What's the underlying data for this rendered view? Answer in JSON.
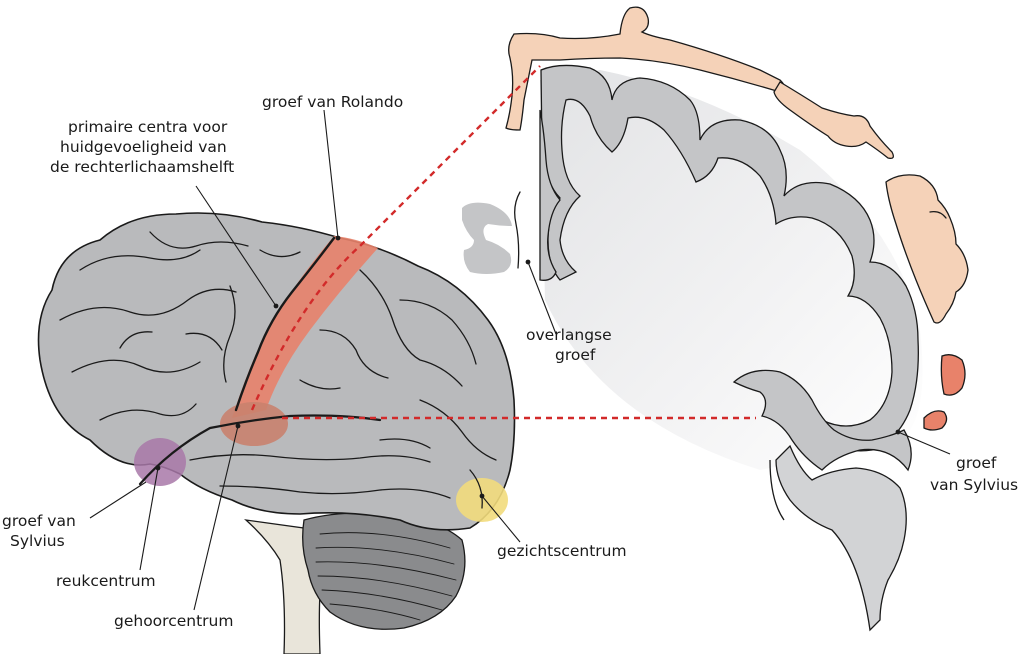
{
  "labels": {
    "rolando": "groef van Rolando",
    "primary_line1": "primaire centra voor",
    "primary_line2": "huidgevoeligheid van",
    "primary_line3": "de rechterlichaamshelft",
    "longitudinal_line1": "overlangse",
    "longitudinal_line2": "groef",
    "sylvius_left_line1": "groef van",
    "sylvius_left_line2": "Sylvius",
    "smell": "reukcentrum",
    "hearing": "gehoorcentrum",
    "vision": "gezichtscentrum",
    "sylvius_right_line1": "groef",
    "sylvius_right_line2": "van Sylvius"
  },
  "colors": {
    "brain_gray": "#b9babc",
    "cortex_section_gray": "#c4c5c7",
    "white_matter": "#eeeff0",
    "sensory_strip": "#e8826a",
    "hearing_area": "#c9826e",
    "smell_area": "#a878a8",
    "vision_area": "#f2dc7c",
    "homunculus_skin": "#f5d2b8",
    "projection_line": "#d22a2a"
  }
}
